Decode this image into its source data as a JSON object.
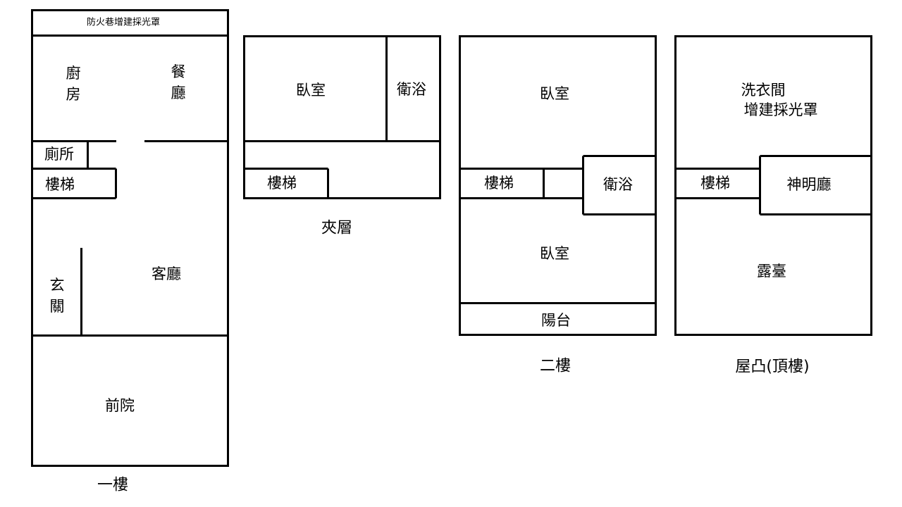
{
  "floor_1": {
    "caption": "一樓",
    "skylight": "防火巷增建採光罩",
    "kitchen": [
      "廚",
      "房"
    ],
    "dining": [
      "餐",
      "廳"
    ],
    "toilet": "廁所",
    "stairs": "樓梯",
    "foyer": [
      "玄",
      "關"
    ],
    "living": "客廳",
    "front_yard": "前院"
  },
  "mezzanine": {
    "caption": "夾層",
    "bedroom": "臥室",
    "bathroom": "衛浴",
    "stairs": "樓梯"
  },
  "floor_2": {
    "caption": "二樓",
    "bedroom_front": "臥室",
    "stairs": "樓梯",
    "bathroom": "衛浴",
    "bedroom_back": "臥室",
    "balcony": "陽台"
  },
  "roof": {
    "caption": "屋凸(頂樓)",
    "laundry": [
      "洗衣間",
      "增建採光罩"
    ],
    "stairs": "樓梯",
    "shrine": "神明廳",
    "terrace": "露臺"
  }
}
